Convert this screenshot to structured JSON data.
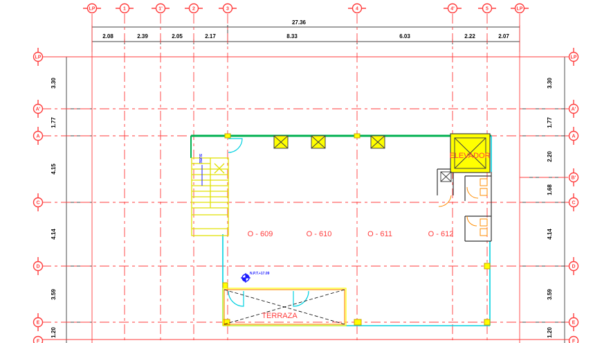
{
  "grid": {
    "top_axes": [
      "LP",
      "1",
      "1'",
      "2",
      "3",
      "4",
      "4'",
      "5",
      "LP"
    ],
    "side_axes": [
      "LP",
      "A'",
      "A",
      "C",
      "D",
      "E",
      "F"
    ],
    "right_extra_axis": "B'"
  },
  "dimensions": {
    "total": "27.36",
    "top": [
      "2.08",
      "2.39",
      "2.05",
      "2.17",
      "8.33",
      "6.03",
      "2.22",
      "2.07"
    ],
    "left": [
      "3.30",
      "1.77",
      "4.15",
      "4.14",
      "3.59",
      "1.20"
    ],
    "right": [
      "3.30",
      "1.77",
      "2.20",
      "1.68",
      "4.14",
      "3.59",
      "1.20"
    ]
  },
  "rooms": [
    "O - 609",
    "O - 610",
    "O - 611",
    "O - 612"
  ],
  "labels": {
    "elevator": "ELEVADOR",
    "terrace": "TERRAZA",
    "level": "N.P.T.+17.09",
    "stair": "SUBE"
  },
  "colors": {
    "grid": "#ff3b3b",
    "wall": "#00b050",
    "glazing": "#00d0e0",
    "structure": "#ffff00",
    "stairs": "#e0e000",
    "doors": "#00d0e0",
    "furniture": "#ff8c00",
    "dimension": "#000000"
  }
}
